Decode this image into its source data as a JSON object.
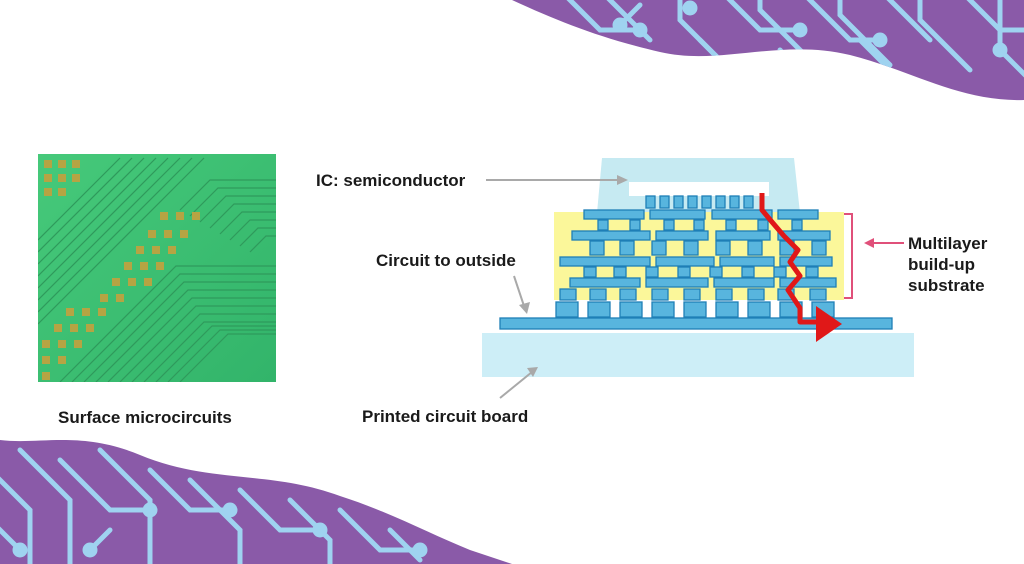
{
  "labels": {
    "surface_microcircuits": "Surface microcircuits",
    "ic_semiconductor": "IC: semiconductor",
    "circuit_to_outside": "Circuit to outside",
    "multilayer_line1": "Multilayer",
    "multilayer_line2": "build-up",
    "multilayer_line3": "substrate",
    "printed_circuit_board": "Printed circuit board"
  },
  "colors": {
    "decor_purple": "#8a5aa8",
    "decor_trace": "#9fd3f0",
    "pcb_green": "#3fbf72",
    "pad_gold": "#b6a443",
    "ic_fill": "#c6eaf2",
    "substrate_yellow": "#fbf79a",
    "trace_blue": "#58b5de",
    "trace_outline": "#1f7fb6",
    "signal_red": "#e01818",
    "bracket_pink": "#e0507a",
    "leader_gray": "#a9a9a9"
  },
  "icons": [
    "circuit-trace-background",
    "pcb-microphotograph",
    "signal-path-arrow"
  ]
}
